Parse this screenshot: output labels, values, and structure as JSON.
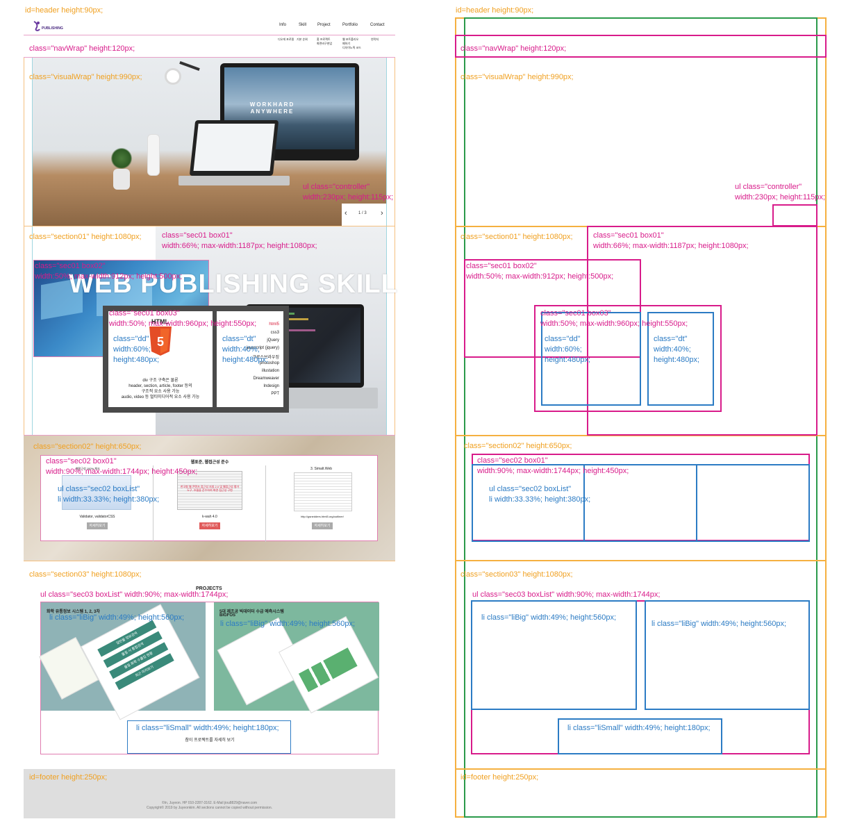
{
  "left_mockup": {
    "header": {
      "logo_text": "PUBLISHING",
      "nav": [
        "Info",
        "Skill",
        "Project",
        "Portfolio",
        "Contact"
      ],
      "subnav": [
        [
          "디오게 포로필"
        ],
        [
          "기본 순위"
        ],
        [
          "홈 프로젝트",
          "화면비구현업"
        ],
        [
          "웹 포트폴리오",
          "페하기",
          "디자이노픽 코드"
        ],
        [
          "연락처"
        ]
      ]
    },
    "visual": {
      "screen_text": "WORKHARD ANYWHERE",
      "pager": "1 / 3",
      "prev": "‹",
      "next": "›"
    },
    "section01": {
      "title": "WEB PUBLISHING SKILL",
      "html_badge_text": "HTML",
      "dd_lines": [
        "div 구조 구축은 물론",
        "header, section, article, footer 등의",
        "구조적 요소 사용 가능",
        "audio, video 등 멀티미디어적 요소 사용 가능"
      ],
      "dt_items": [
        "html5",
        "css3",
        "jQuery",
        "javascript (jquery)",
        "크로스브라우징",
        "photoshop",
        "illustation",
        "Dreamweaver",
        "Indesign",
        "PPT"
      ]
    },
    "section02": {
      "title": "웹표준, 웹접근성 준수",
      "items": [
        {
          "caption": "Validator, validatorCSS",
          "button": "자세히보기",
          "button_color": "#aaaaaa"
        },
        {
          "caption": "k-wah 4.0",
          "button": "자세히보기",
          "button_color": "#e05a5a"
        },
        {
          "caption": "http://gsnedders.html5.org/outliner/",
          "button": "자세히보기",
          "button_color": "#aaaaaa"
        }
      ],
      "item1_heading": "웹접근성 100% 체크",
      "item2_note": "한국형 웹 콘텐츠 접근성 지침 2.0 및 웹접근성 평가도구, 흐름을 준수하여 화면 접근성 구현",
      "item3_heading": "3. Simalt.Web"
    },
    "section03": {
      "title": "PROJECTS",
      "big1_title": "화학 유통정보 시스템 1, 2, 3차",
      "big1_menu": [
        "일반물 정보검색",
        "물질 시 통합검색",
        "물질 화학 수출입 현황",
        "최근 미리보기"
      ],
      "big2_title": "5대 제조공 빅데이터 수급 예측시스템",
      "big2_sub": "BIGFOS",
      "small_text": "참이 프로젝트를 자세히 보기"
    },
    "footer": {
      "line1": "©In, Juyeon. HP 010-2287-3162. E-Mail jiou8829@naver.com",
      "line2": "Copyright© 2019 by Juyeonkim. All sections cannot be copied without permission."
    }
  },
  "annotations": {
    "header": "id=header   height:90px;",
    "navWrap": "class=\"navWrap\"   height:120px;",
    "visualWrap": "class=\"visualWrap\"   height:990px;",
    "controller_1": "ul class=\"controller\"",
    "controller_2": "width:230px; height:115px;",
    "section01": "class=\"section01\"   height:1080px;",
    "sec01box01_1": "class=\"sec01 box01\"",
    "sec01box01_2": "width:66%; max-width:1187px; height:1080px;",
    "sec01box02_1": "class=\"sec01 box02\"",
    "sec01box02_2": "width:50%; max-width:912px;  height:500px;",
    "sec01box03_1": "class=\"sec01 box03\"",
    "sec01box03_2": "width:50%; max-width:960px;  height:550px;",
    "dd_1": "class=\"dd\"",
    "dd_2": "width:60%;",
    "dd_3": "height:480px;",
    "dt_1": "class=\"dt\"",
    "dt_2": "width:40%;",
    "dt_3": "height:480px;",
    "section02": "class=\"section02\"   height:650px;",
    "sec02box01_1": "class=\"sec02 box01\"",
    "sec02box01_2": "width:90%; max-width:1744px; height:450px;",
    "sec02boxList_1": "ul class=\"sec02 boxList\"",
    "sec02boxList_2": "li width:33.33%; height:380px;",
    "section03": "class=\"section03\"   height:1080px;",
    "sec03boxList": "ul class=\"sec03 boxList\" width:90%; max-width:1744px;",
    "liBig": "li class=\"liBig\" width:49%; height:560px;",
    "liSmall": "li class=\"liSmall\" width:49%; height:180px;",
    "footer": "id=footer   height:250px;"
  },
  "colors": {
    "orange": "#f5b040",
    "pink": "#d81b8a",
    "blue": "#2b7bc4",
    "green": "#2a9a4a",
    "footer_bg": "#dedede"
  }
}
